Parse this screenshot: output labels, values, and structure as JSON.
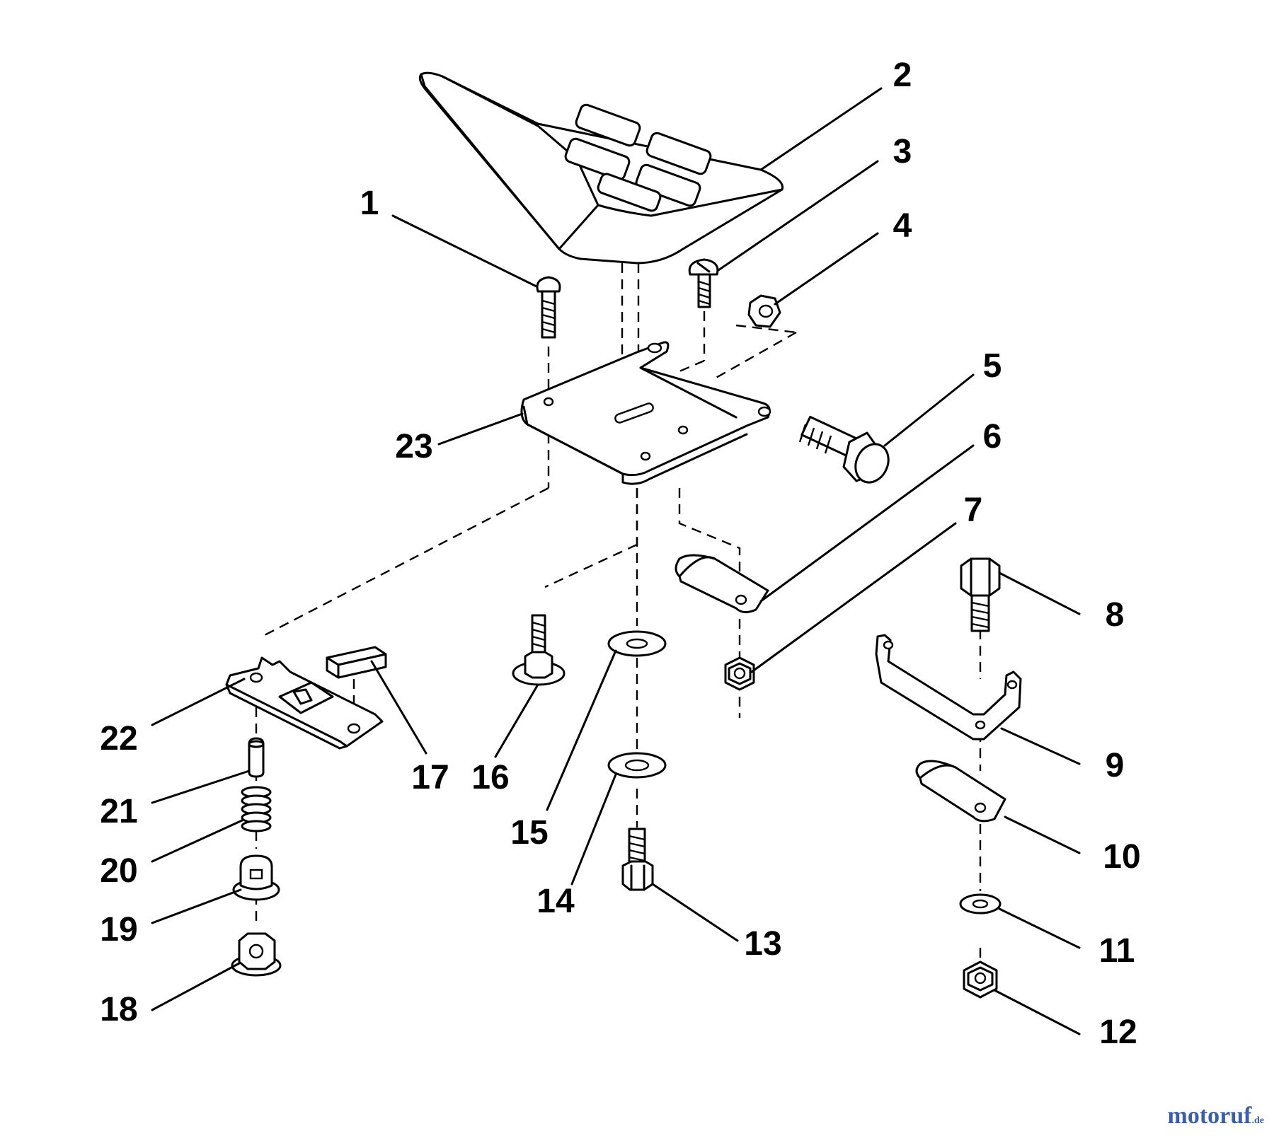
{
  "callouts": [
    {
      "id": "1",
      "text": "1"
    },
    {
      "id": "2",
      "text": "2"
    },
    {
      "id": "3",
      "text": "3"
    },
    {
      "id": "4",
      "text": "4"
    },
    {
      "id": "5",
      "text": "5"
    },
    {
      "id": "6",
      "text": "6"
    },
    {
      "id": "7",
      "text": "7"
    },
    {
      "id": "8",
      "text": "8"
    },
    {
      "id": "9",
      "text": "9"
    },
    {
      "id": "10",
      "text": "10"
    },
    {
      "id": "11",
      "text": "11"
    },
    {
      "id": "12",
      "text": "12"
    },
    {
      "id": "13",
      "text": "13"
    },
    {
      "id": "14",
      "text": "14"
    },
    {
      "id": "15",
      "text": "15"
    },
    {
      "id": "16",
      "text": "16"
    },
    {
      "id": "17",
      "text": "17"
    },
    {
      "id": "18",
      "text": "18"
    },
    {
      "id": "19",
      "text": "19"
    },
    {
      "id": "20",
      "text": "20"
    },
    {
      "id": "21",
      "text": "21"
    },
    {
      "id": "22",
      "text": "22"
    },
    {
      "id": "23",
      "text": "23"
    }
  ],
  "watermark": {
    "main": "motoruf",
    "tld": ".de"
  },
  "colors": {
    "line": "#000000",
    "background": "#ffffff",
    "watermark": "#3b5ea8"
  }
}
